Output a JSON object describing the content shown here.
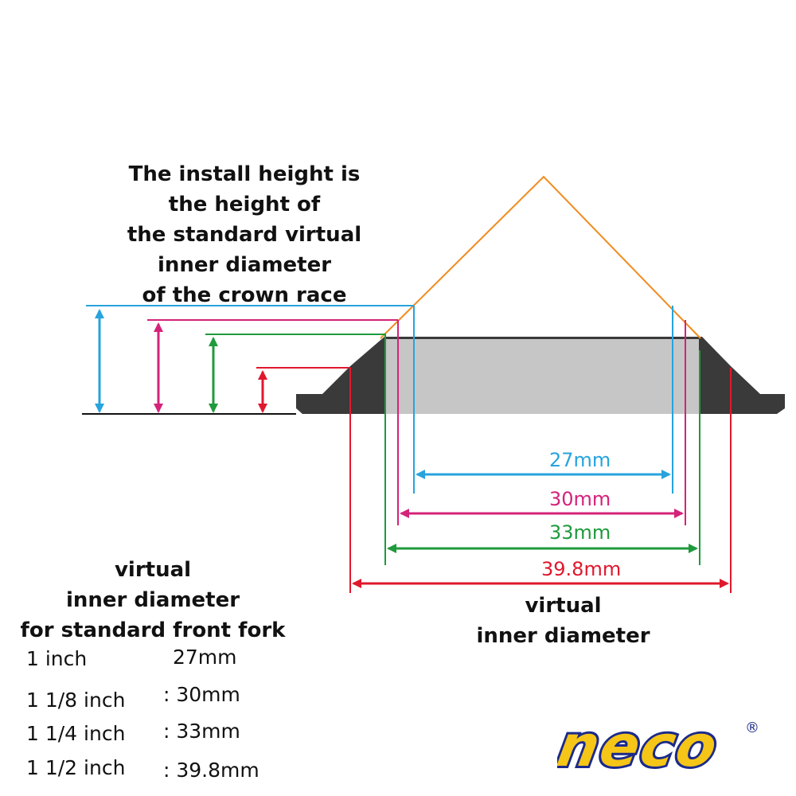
{
  "heading": {
    "lines": [
      "The install height is",
      "the height of",
      "the standard virtual",
      "inner diameter",
      "of the crown race"
    ]
  },
  "dimensions": [
    {
      "label": "27mm",
      "color": "#27a3de"
    },
    {
      "label": "30mm",
      "color": "#d4237a"
    },
    {
      "label": "33mm",
      "color": "#1f9a3c"
    },
    {
      "label": "39.8mm",
      "color": "#e0182d"
    }
  ],
  "right_caption": {
    "lines": [
      "virtual",
      "inner diameter"
    ]
  },
  "left_caption": {
    "lines": [
      "virtual",
      "inner diameter",
      "for standard front fork"
    ]
  },
  "specs": [
    {
      "size": "1 inch",
      "value": "27mm"
    },
    {
      "size": "1 1/8 inch",
      "value": ": 30mm"
    },
    {
      "size": "1 1/4 inch",
      "value": ": 33mm"
    },
    {
      "size": "1 1/2 inch",
      "value": ": 39.8mm"
    }
  ],
  "logo": {
    "text": "neco",
    "registered": "®"
  },
  "colors": {
    "cone": "#f08c1e",
    "race_fill": "#c6c6c6",
    "race_dark": "#3a3a3a",
    "baseline": "#111111",
    "logo_fill": "#f5c518",
    "logo_stroke": "#1b2a8a"
  }
}
